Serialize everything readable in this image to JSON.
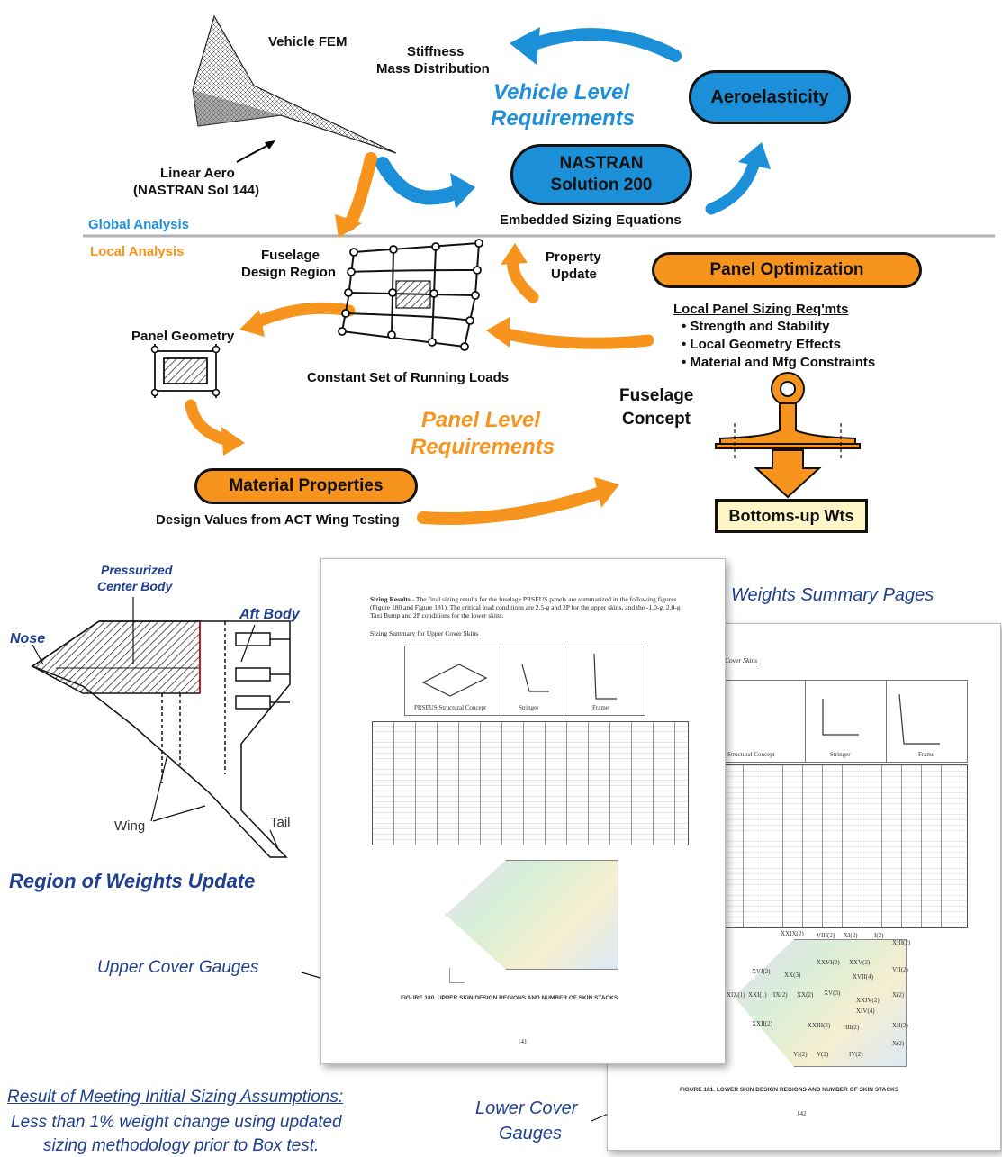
{
  "top": {
    "vehicle_fem": "Vehicle FEM",
    "stiffness": "Stiffness",
    "mass_distribution": "Mass Distribution",
    "vehicle_req_line1": "Vehicle Level",
    "vehicle_req_line2": "Requirements",
    "aeroelasticity": "Aeroelasticity",
    "linear_aero_line1": "Linear Aero",
    "linear_aero_line2": "(NASTRAN Sol 144)",
    "nastran_line1": "NASTRAN",
    "nastran_line2": "Solution 200",
    "embedded_sizing": "Embedded Sizing Equations",
    "global_analysis": "Global Analysis",
    "local_analysis": "Local Analysis",
    "fuselage_region_line1": "Fuselage",
    "fuselage_region_line2": "Design Region",
    "property_update_line1": "Property",
    "property_update_line2": "Update",
    "panel_optimization": "Panel Optimization",
    "local_panel_title": "Local Panel Sizing Req'mts",
    "local_panel_items": [
      "• Strength and Stability",
      "• Local Geometry Effects",
      "• Material and Mfg Constraints"
    ],
    "panel_geometry": "Panel Geometry",
    "running_loads": "Constant Set of Running Loads",
    "fuselage_concept_line1": "Fuselage",
    "fuselage_concept_line2": "Concept",
    "panel_req_line1": "Panel Level",
    "panel_req_line2": "Requirements",
    "material_properties": "Material Properties",
    "design_values": "Design Values from ACT Wing Testing",
    "bottoms_up": "Bottoms-up Wts"
  },
  "bottom": {
    "pressurized_line1": "Pressurized",
    "pressurized_line2": "Center Body",
    "aft_body": "Aft Body",
    "nose": "Nose",
    "wing": "Wing",
    "tail": "Tail",
    "region_update": "Region of Weights Update",
    "weights_summary": "Weights Summary Pages",
    "upper_cover": "Upper Cover Gauges",
    "lower_cover_line1": "Lower Cover",
    "lower_cover_line2": "Gauges",
    "result_line1": "Result of Meeting Initial Sizing Assumptions:",
    "result_line2": "Less than 1% weight change using updated",
    "result_line3": "sizing methodology prior to Box test."
  },
  "page1": {
    "sizing_heading": "Sizing Results",
    "sizing_text": " - The final sizing results for the fuselage PRSEUS panels are summarized in the following figures (Figure 180 and Figure 181). The critical load conditions are 2.5-g and 2P for the upper skins, and the -1.0-g, 2.0-g Taxi Bump and 2P conditions for the lower skins.",
    "subheading": "Sizing Summary for Upper Cover Skins",
    "concept_labels": [
      "PRSEUS Structural Concept",
      "Stringer",
      "Frame"
    ],
    "figure_caption": "FIGURE 180. UPPER SKIN DESIGN REGIONS AND NUMBER OF SKIN STACKS",
    "page_number": "141"
  },
  "page2": {
    "subheading": "Cover Skins",
    "concept_labels": [
      "Structural Concept",
      "Stringer",
      "Frame"
    ],
    "region_labels": [
      "XXIX(2)",
      "VIII(2)",
      "XI(2)",
      "I(2)",
      "XVI(2)",
      "XXVI(2)",
      "XXV(2)",
      "XX(3)",
      "XVII(4)",
      "XIX(1)",
      "XXI(1)",
      "IX(2)",
      "XX(2)",
      "XV(3)",
      "X(2)",
      "XXIV(2)",
      "XIV(4)",
      "XXII(2)",
      "XXIII(2)",
      "III(2)",
      "XII(2)",
      "X(2)",
      "XIII(2)",
      "VII(2)",
      "VI(2)",
      "V(2)",
      "IV(2)"
    ],
    "figure_caption": "FIGURE 181. LOWER SKIN DESIGN REGIONS AND NUMBER OF SKIN STACKS",
    "page_number": "142"
  },
  "colors": {
    "blue": "#1b8fd8",
    "orange": "#f7941d",
    "blue_text": "#1f8fd9",
    "orange_text": "#f7941d",
    "caption_blue": "#1f3f8f"
  }
}
